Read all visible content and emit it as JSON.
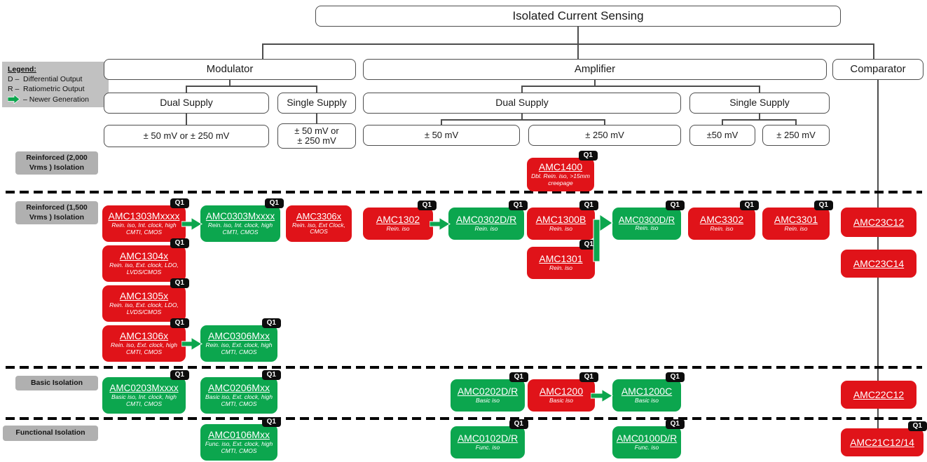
{
  "title": "Isolated Current Sensing",
  "legend": {
    "heading": "Legend:",
    "d_symbol": "D –",
    "d_label": "Differential Output",
    "r_symbol": "R –",
    "r_label": "Ratiometric Output",
    "arrow_label": "– Newer Generation"
  },
  "nodes": {
    "modulator": "Modulator",
    "amplifier": "Amplifier",
    "comparator": "Comparator",
    "mod_dual_supply": "Dual Supply",
    "mod_single_supply": "Single Supply",
    "amp_dual_supply": "Dual Supply",
    "amp_single_supply": "Single Supply",
    "mod_dual_range": "± 50 mV or ± 250 mV",
    "mod_single_range_line1": "± 50 mV or",
    "mod_single_range_line2": "± 250 mV",
    "amp_dual_range_50": "± 50 mV",
    "amp_dual_range_250": "± 250 mV",
    "amp_single_range_50": "±50 mV",
    "amp_single_range_250": "± 250 mV"
  },
  "row_labels": [
    {
      "line1": "Reinforced (2,000",
      "line2": "Vrms ) Isolation"
    },
    {
      "line1": "Reinforced (1,500",
      "line2": "Vrms ) Isolation"
    },
    {
      "line1": "Basic Isolation"
    },
    {
      "line1": "Functional Isolation"
    }
  ],
  "products": [
    {
      "name": "AMC1400",
      "subtitle": "Dbl. Rein. iso, >15mm creepage",
      "generation": "red",
      "badge": "Q1"
    },
    {
      "name": "AMC1303Mxxxx",
      "subtitle": "Rein. iso, Int. clock, high CMTI, CMOS",
      "generation": "red",
      "badge": "Q1"
    },
    {
      "name": "AMC0303Mxxxx",
      "subtitle": "Rein. iso, Int. clock, high CMTI, CMOS",
      "generation": "green",
      "badge": "Q1"
    },
    {
      "name": "AMC3306x",
      "subtitle": "Rein. iso, Ext Clock, CMOS",
      "generation": "red"
    },
    {
      "name": "AMC1302",
      "subtitle": "Rein. iso",
      "generation": "red",
      "badge": "Q1"
    },
    {
      "name": "AMC0302D/R",
      "subtitle": "Rein. iso",
      "generation": "green",
      "badge": "Q1"
    },
    {
      "name": "AMC1300B",
      "subtitle": "Rein. iso",
      "generation": "red",
      "badge": "Q1"
    },
    {
      "name": "AMC0300D/R",
      "subtitle": "Rein. iso",
      "generation": "green",
      "badge": "Q1"
    },
    {
      "name": "AMC3302",
      "subtitle": "Rein. iso",
      "generation": "red",
      "badge": "Q1"
    },
    {
      "name": "AMC3301",
      "subtitle": "Rein. iso",
      "generation": "red",
      "badge": "Q1"
    },
    {
      "name": "AMC23C12",
      "subtitle": "",
      "generation": "red"
    },
    {
      "name": "AMC1304x",
      "subtitle": "Rein. iso, Ext. clock, LDO, LVDS/CMOS",
      "generation": "red",
      "badge": "Q1"
    },
    {
      "name": "AMC1301",
      "subtitle": "Rein. iso",
      "generation": "red",
      "badge": "Q1"
    },
    {
      "name": "AMC23C14",
      "subtitle": "",
      "generation": "red"
    },
    {
      "name": "AMC1305x",
      "subtitle": "Rein. iso, Ext. clock, LDO, LVDS/CMOS",
      "generation": "red",
      "badge": "Q1"
    },
    {
      "name": "AMC1306x",
      "subtitle": "Rein. iso, Ext. clock, high CMTI, CMOS",
      "generation": "red",
      "badge": "Q1"
    },
    {
      "name": "AMC0306Mxx",
      "subtitle": "Rein. iso, Ext. clock, high CMTI, CMOS",
      "generation": "green",
      "badge": "Q1"
    },
    {
      "name": "AMC0203Mxxxx",
      "subtitle": "Basic iso, Int. clock, high CMTI, CMOS",
      "generation": "green",
      "badge": "Q1"
    },
    {
      "name": "AMC0206Mxx",
      "subtitle": "Basic iso, Ext. clock, high CMTI, CMOS",
      "generation": "green",
      "badge": "Q1"
    },
    {
      "name": "AMC0202D/R",
      "subtitle": "Basic iso",
      "generation": "green",
      "badge": "Q1"
    },
    {
      "name": "AMC1200",
      "subtitle": "Basic iso",
      "generation": "red",
      "badge": "Q1"
    },
    {
      "name": "AMC1200C",
      "subtitle": "Basic iso",
      "generation": "green",
      "badge": "Q1"
    },
    {
      "name": "AMC22C12",
      "subtitle": "",
      "generation": "red"
    },
    {
      "name": "AMC0106Mxx",
      "subtitle": "Func. iso, Ext. clock, high CMTI, CMOS",
      "generation": "green",
      "badge": "Q1"
    },
    {
      "name": "AMC0102D/R",
      "subtitle": "Func. iso",
      "generation": "green",
      "badge": "Q1"
    },
    {
      "name": "AMC0100D/R",
      "subtitle": "Func. iso",
      "generation": "green",
      "badge": "Q1"
    },
    {
      "name": "AMC21C12/14",
      "subtitle": "",
      "generation": "red",
      "badge": "Q1"
    }
  ],
  "colors": {
    "current_generation_red": "#E01319",
    "newer_generation_green": "#0CA64E",
    "row_label_gray": "#B0B0B0",
    "badge_black": "#0D0D0D",
    "connector_gray": "#4D4D4D",
    "separator_black": "#000000"
  }
}
